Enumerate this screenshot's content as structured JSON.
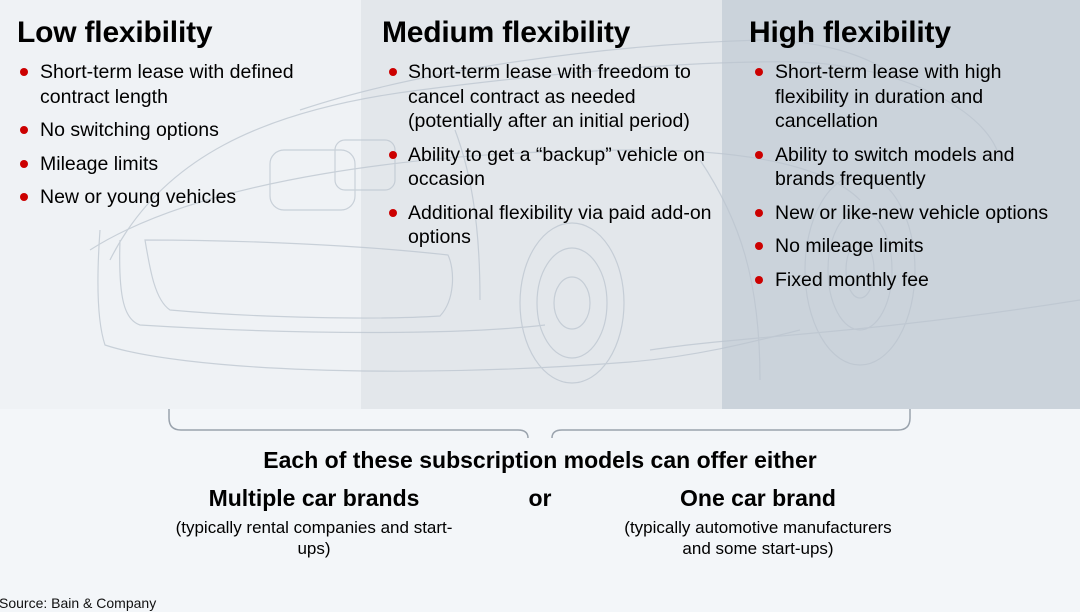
{
  "columns": [
    {
      "id": "low",
      "title": "Low flexibility",
      "bullets": [
        "Short-term lease with defined contract length",
        "No switching options",
        "Mileage limits",
        "New or young vehicles"
      ]
    },
    {
      "id": "medium",
      "title": "Medium flexibility",
      "bullets": [
        "Short-term lease with freedom to cancel contract as needed (potentially after an initial period)",
        "Ability to get a “backup” vehicle on occasion",
        "Additional flexibility via paid add-on options"
      ]
    },
    {
      "id": "high",
      "title": "High flexibility",
      "bullets": [
        "Short-term lease with high flexibility in duration and cancellation",
        "Ability to switch models and brands frequently",
        "New or like-new vehicle options",
        "No mileage limits",
        "Fixed monthly fee"
      ]
    }
  ],
  "offer": {
    "title": "Each of these subscription models can offer either",
    "options": [
      {
        "title": "Multiple car brands",
        "subtitle": "(typically rental companies and start-ups)"
      },
      {
        "title": "One car brand",
        "subtitle": "(typically automotive manufacturers and some start-ups)"
      }
    ],
    "connector": "or"
  },
  "source": "Source: Bain & Company",
  "colors": {
    "bullet": "#cc0000",
    "low_bg": "#eff2f5",
    "medium_bg": "#e3e7eb",
    "high_bg": "#cbd3db",
    "page_bg": "#f3f6f9",
    "bracket": "#9aa3ad"
  },
  "icons": {
    "background_illustration": "car-outline-icon",
    "bullet": "red-dot-icon"
  }
}
